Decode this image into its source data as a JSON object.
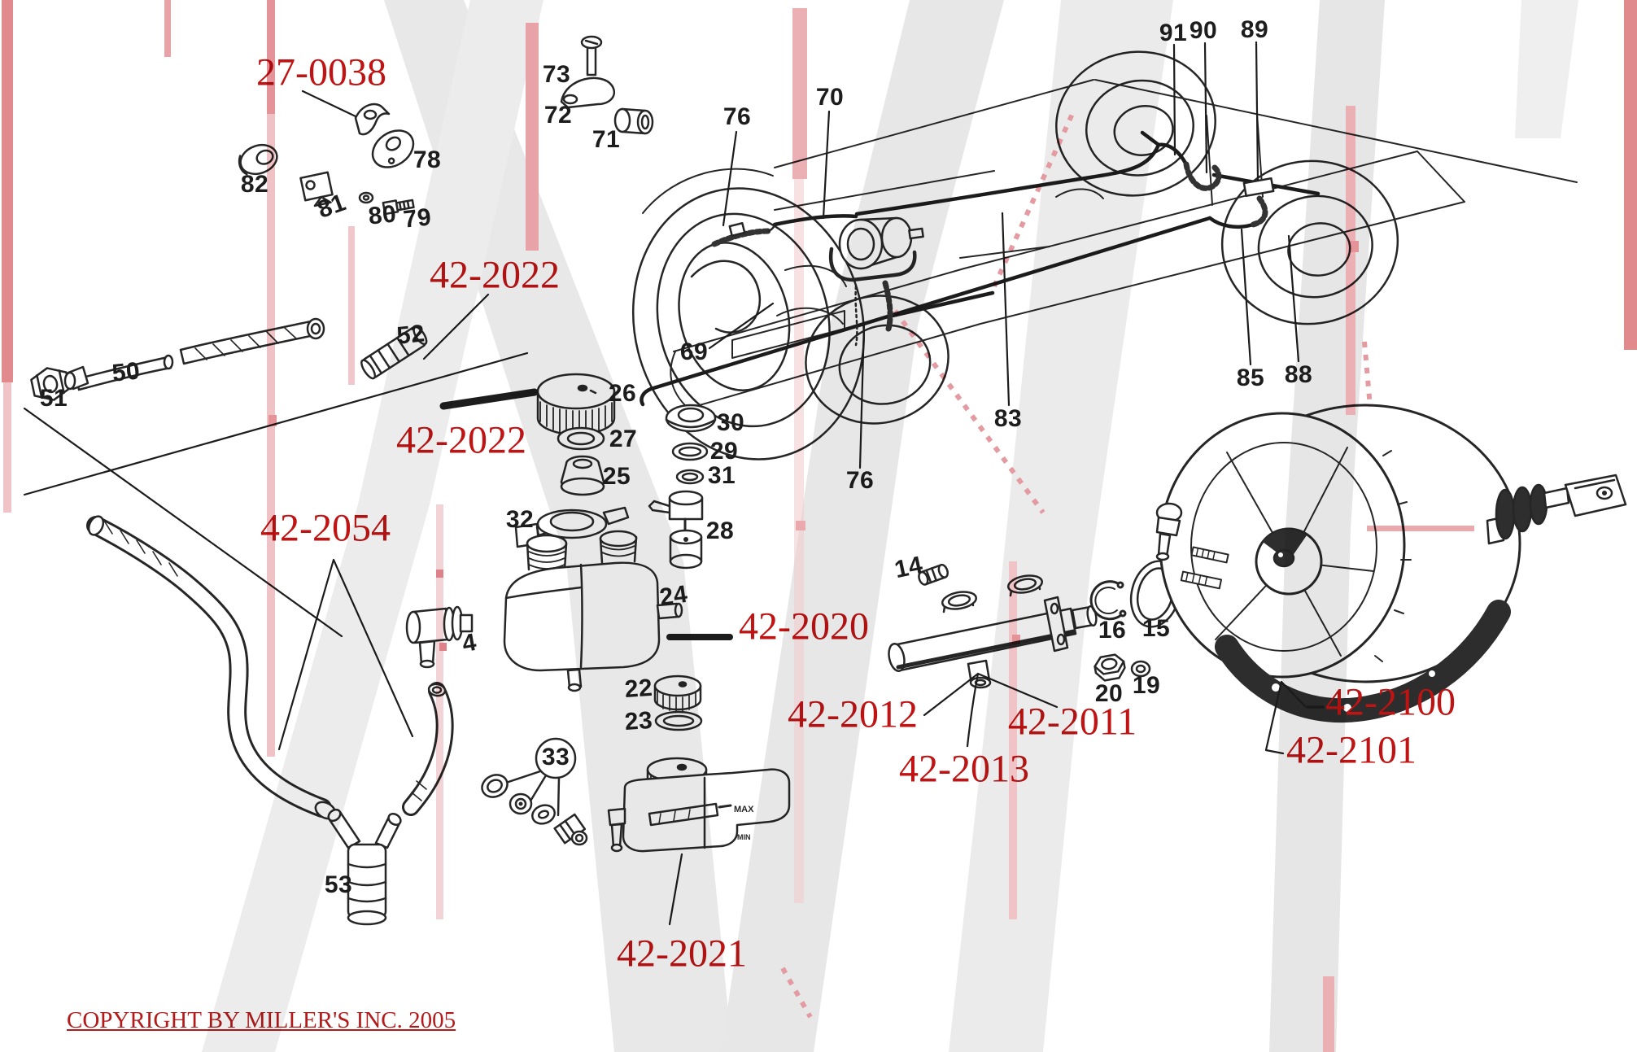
{
  "document": {
    "type": "exploded-parts-diagram",
    "subject": "brake master cylinder, fluid reservoir, booster and chassis brake lines",
    "copyright": "COPYRIGHT BY MILLER'S INC. 2005"
  },
  "colors": {
    "part_number_red": "#c01313",
    "copyright_red": "#b31a1a",
    "item_number_black": "#1d1d1d",
    "line_ink": "#262626",
    "watermark_gray": "#e9e9e9",
    "watermark_pink": "#eab0b4",
    "background": "#ffffff"
  },
  "part_labels": [
    {
      "text": "27-0038"
    },
    {
      "text": "42-2022"
    },
    {
      "text": "42-2022"
    },
    {
      "text": "42-2054"
    },
    {
      "text": "42-2020"
    },
    {
      "text": "42-2012"
    },
    {
      "text": "42-2011"
    },
    {
      "text": "42-2013"
    },
    {
      "text": "42-2021"
    },
    {
      "text": "42-2100"
    },
    {
      "text": "42-2101"
    }
  ],
  "item_numbers": [
    {
      "text": "73"
    },
    {
      "text": "72"
    },
    {
      "text": "71"
    },
    {
      "text": "78"
    },
    {
      "text": "82"
    },
    {
      "text": "81"
    },
    {
      "text": "80"
    },
    {
      "text": "79"
    },
    {
      "text": "76"
    },
    {
      "text": "70"
    },
    {
      "text": "91"
    },
    {
      "text": "90"
    },
    {
      "text": "89"
    },
    {
      "text": "69"
    },
    {
      "text": "85"
    },
    {
      "text": "88"
    },
    {
      "text": "83"
    },
    {
      "text": "76"
    },
    {
      "text": "50"
    },
    {
      "text": "51"
    },
    {
      "text": "52"
    },
    {
      "text": "26"
    },
    {
      "text": "27"
    },
    {
      "text": "25"
    },
    {
      "text": "32"
    },
    {
      "text": "30"
    },
    {
      "text": "29"
    },
    {
      "text": "31"
    },
    {
      "text": "28"
    },
    {
      "text": "24"
    },
    {
      "text": "22"
    },
    {
      "text": "23"
    },
    {
      "text": "33"
    },
    {
      "text": "53"
    },
    {
      "text": "4"
    },
    {
      "text": "14"
    },
    {
      "text": "16"
    },
    {
      "text": "15"
    },
    {
      "text": "20"
    },
    {
      "text": "19"
    }
  ],
  "reservoir_markings": {
    "max": "MAX",
    "min": "MIN"
  },
  "footer": {
    "copyright": "COPYRIGHT BY MILLER'S INC. 2005"
  }
}
